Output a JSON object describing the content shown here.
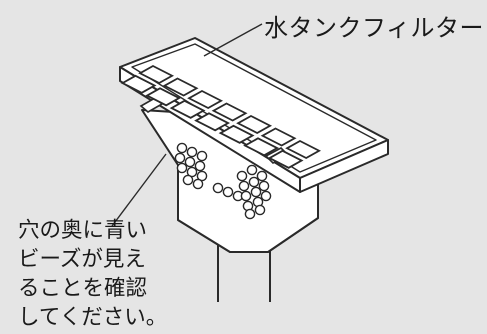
{
  "labels": {
    "filter": "水タンクフィルター",
    "note_lines": [
      "穴の奥に青い",
      "ビーズが見え",
      "ることを確認",
      "してください。"
    ]
  },
  "colors": {
    "background": "#e5e5e5",
    "part_fill": "#ffffff",
    "outline": "#2a2a2a"
  },
  "icons": {
    "part": "water-tank-filter-drawing"
  }
}
